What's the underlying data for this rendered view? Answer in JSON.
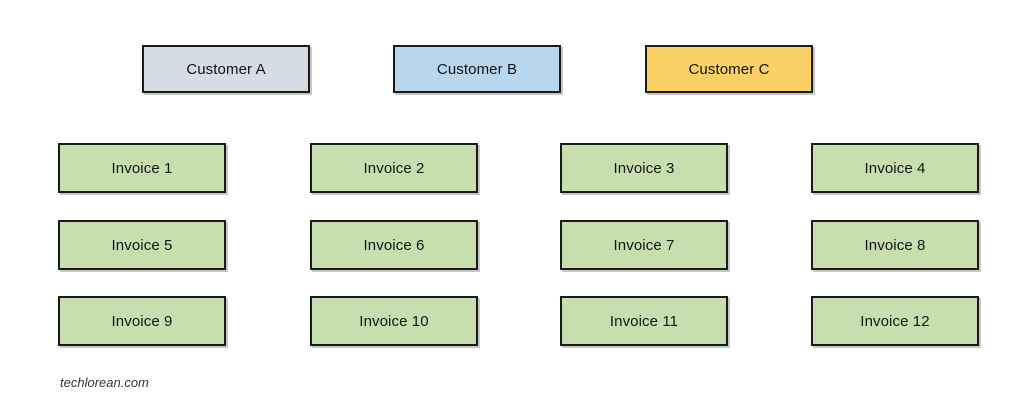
{
  "diagram": {
    "background_color": "#ffffff",
    "border_color": "#1a1a1a",
    "customers": [
      {
        "label": "Customer A",
        "fill": "#d6dce4"
      },
      {
        "label": "Customer B",
        "fill": "#b9d6ef"
      },
      {
        "label": "Customer C",
        "fill": "#fbd166"
      }
    ],
    "invoice_fill": "#c7dfae",
    "invoices": [
      {
        "label": "Invoice 1"
      },
      {
        "label": "Invoice 2"
      },
      {
        "label": "Invoice 3"
      },
      {
        "label": "Invoice 4"
      },
      {
        "label": "Invoice 5"
      },
      {
        "label": "Invoice 6"
      },
      {
        "label": "Invoice 7"
      },
      {
        "label": "Invoice 8"
      },
      {
        "label": "Invoice 9"
      },
      {
        "label": "Invoice 10"
      },
      {
        "label": "Invoice 11"
      },
      {
        "label": "Invoice 12"
      }
    ],
    "watermark": "techlorean.com"
  }
}
